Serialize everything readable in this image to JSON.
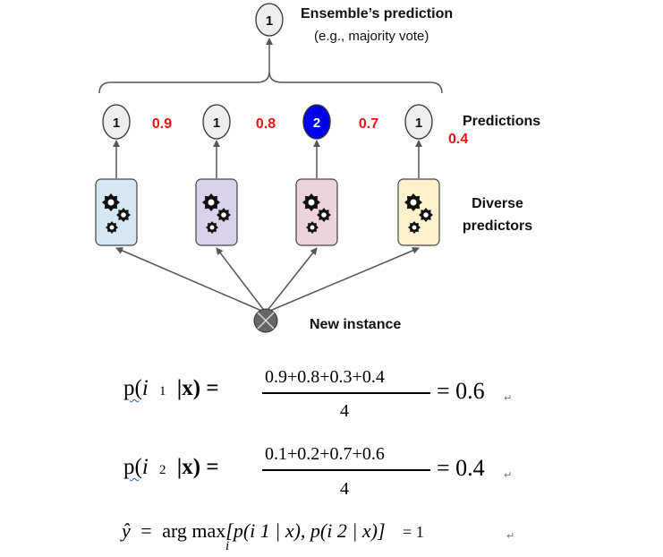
{
  "ensemble": {
    "node_value": "1",
    "title": "Ensemble’s prediction",
    "subtitle": "(e.g., majority vote)"
  },
  "predictions": [
    {
      "value": "1",
      "prob": "0.9",
      "node_color": "#eeeeee",
      "box_color": "#d5e6f5"
    },
    {
      "value": "1",
      "prob": "0.8",
      "node_color": "#eeeeee",
      "box_color": "#d9d2ea"
    },
    {
      "value": "2",
      "prob": "0.7",
      "node_color": "#0000ee",
      "box_color": "#ecd3dc"
    },
    {
      "value": "1",
      "prob": "0.4",
      "node_color": "#eeeeee",
      "box_color": "#fdf0cd"
    }
  ],
  "labels": {
    "predictions": "Predictions",
    "diverse_line1": "Diverse",
    "diverse_line2": "predictors",
    "new_instance": "New instance"
  },
  "prob_color": "#ee1111",
  "equations": {
    "eq1": {
      "lhs_p": "p(",
      "lhs_i": "i",
      "lhs_sub": "1",
      "lhs_x": "|x) =",
      "numerator": "0.9+0.8+0.3+0.4",
      "denominator": "4",
      "rhs": "= 0.6"
    },
    "eq2": {
      "lhs_p": "p(",
      "lhs_i": "i",
      "lhs_sub": "2",
      "lhs_x": "|x) =",
      "numerator": "0.1+0.2+0.7+0.6",
      "denominator": "4",
      "rhs": "= 0.4"
    },
    "eq3": {
      "yhat": "ŷ",
      "eq": "=",
      "argmax": "arg max",
      "argmax_sub": "i",
      "body": "[p(i 1 | x), p(i 2 | x)]",
      "rhs": "= 1"
    }
  }
}
